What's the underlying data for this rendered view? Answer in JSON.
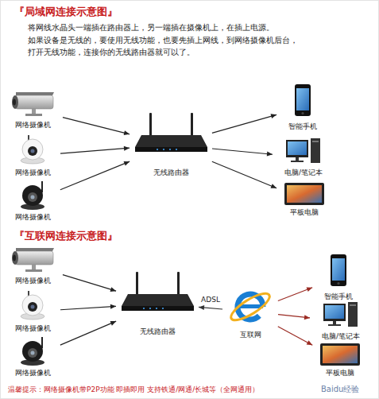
{
  "diagram": {
    "nodes": [
      {
        "text": [
          "网络摄像机"
        ]
      },
      {
        "text": [
          "网络摄像机"
        ]
      },
      {
        "text": [
          "网络摄像机"
        ]
      },
      {
        "text": [
          "无线路由器"
        ]
      },
      {
        "text": [
          "智能手机"
        ]
      },
      {
        "text": [
          "电脑/笔记本"
        ]
      },
      {
        "text": [
          "平板电脑"
        ]
      },
      {
        "text": [
          "网络摄像机"
        ]
      },
      {
        "text": [
          "网络摄像机"
        ]
      },
      {
        "text": [
          "网络摄像机"
        ]
      },
      {
        "text": [
          "无线路由器"
        ]
      },
      {
        "text": [
          "互联网"
        ]
      },
      {
        "text": [
          "智能手机"
        ]
      },
      {
        "text": [
          "电脑/笔记本"
        ]
      },
      {
        "text": [
          "平板电脑"
        ]
      }
    ],
    "edges": [
      {
        "from": 0,
        "to": 3,
        "arrow": "to"
      },
      {
        "from": 1,
        "to": 3,
        "arrow": "to"
      },
      {
        "from": 2,
        "to": 3,
        "arrow": "to"
      },
      {
        "from": 3,
        "to": 4,
        "arrow": "to"
      },
      {
        "from": 3,
        "to": 5,
        "arrow": "to"
      },
      {
        "from": 3,
        "to": 6,
        "arrow": "to"
      },
      {
        "from": 7,
        "to": 10,
        "arrow": "to"
      },
      {
        "from": 8,
        "to": 10,
        "arrow": "to"
      },
      {
        "from": 9,
        "to": 10,
        "arrow": "to"
      },
      {
        "from": 11,
        "to": 10,
        "label": "ADSL",
        "arrow": "to"
      },
      {
        "from": 11,
        "to": 12,
        "arrow": "to"
      },
      {
        "from": 11,
        "to": 13,
        "arrow": "to"
      },
      {
        "from": 11,
        "to": 14,
        "arrow": "to"
      }
    ],
    "labels": [
      "『局域网连接示意图』",
      "将网线水晶头一端插在路由器上，另一端插在摄像机上，在插上电源。",
      "如果设备是无线的，要使用无线功能，也要先插上网线，到网络摄像机后台，打开无线功能，连接你的无线路由器就可以了。",
      "『互联网连接示意图』",
      "温馨提示：网络摄像机带P2P功能 即插即用 支持铁通/网通/长城等（全网通用）",
      "Baidu经验"
    ]
  }
}
